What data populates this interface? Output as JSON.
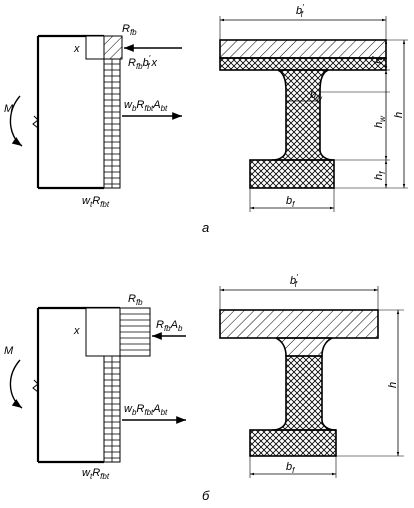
{
  "figure_a": {
    "caption": "а",
    "stress_diagram": {
      "moment_label": "M",
      "depth_label": "x",
      "compression_top_label": "R",
      "compression_top_sub": "fb",
      "compression_force_R": "R",
      "compression_force_sub1": "fb",
      "compression_force_b": "b",
      "compression_force_prime": "′",
      "compression_force_sub2": "f",
      "compression_force_x": "x",
      "tension_force_w": "w",
      "tension_force_w_sub": "b",
      "tension_force_R": "R",
      "tension_force_R_sub": "fbt",
      "tension_force_A": "A",
      "tension_force_A_sub": "bt",
      "tension_bottom_w": "w",
      "tension_bottom_w_sub": "t",
      "tension_bottom_R": "R",
      "tension_bottom_R_sub": "fbt"
    },
    "section": {
      "top_width": "b",
      "top_width_prime": "′",
      "top_width_sub": "f",
      "top_flange_h": "h",
      "top_flange_h_prime": "′",
      "top_flange_h_sub": "f",
      "web_b": "b",
      "web_b_sub": "w",
      "web_h": "h",
      "web_h_sub": "w",
      "bottom_flange_h": "h",
      "bottom_flange_h_sub": "f",
      "total_h": "h",
      "bottom_width": "b",
      "bottom_width_sub": "f"
    }
  },
  "figure_b": {
    "caption": "б",
    "stress_diagram": {
      "moment_label": "M",
      "depth_label": "x",
      "compression_top_label": "R",
      "compression_top_sub": "fb",
      "compression_force_R": "R",
      "compression_force_sub": "fb",
      "compression_force_A": "A",
      "compression_force_A_sub": "b",
      "tension_force_w": "w",
      "tension_force_w_sub": "b",
      "tension_force_R": "R",
      "tension_force_R_sub": "fbt",
      "tension_force_A": "A",
      "tension_force_A_sub": "bt",
      "tension_bottom_w": "w",
      "tension_bottom_w_sub": "t",
      "tension_bottom_R": "R",
      "tension_bottom_R_sub": "fbt"
    },
    "section": {
      "top_width": "b",
      "top_width_prime": "′",
      "top_width_sub": "f",
      "total_h": "h",
      "bottom_width": "b",
      "bottom_width_sub": "f"
    }
  }
}
